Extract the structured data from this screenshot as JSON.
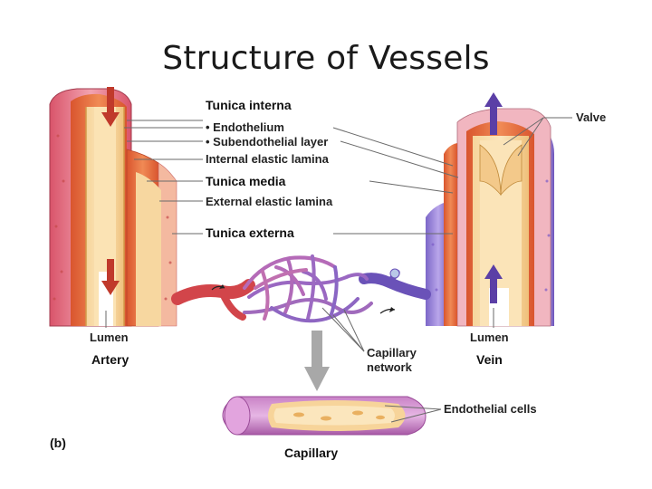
{
  "title": "Structure of Vessels",
  "labels": {
    "tunica_interna": "Tunica interna",
    "endothelium": "• Endothelium",
    "subendothelial": "• Subendothelial layer",
    "internal_elastic": "Internal elastic lamina",
    "tunica_media": "Tunica media",
    "external_elastic": "External elastic lamina",
    "tunica_externa": "Tunica externa",
    "valve": "Valve",
    "lumen_artery": "Lumen",
    "artery": "Artery",
    "lumen_vein": "Lumen",
    "vein": "Vein",
    "capillary_network_1": "Capillary",
    "capillary_network_2": "network",
    "endothelial_cells": "Endothelial cells",
    "capillary": "Capillary",
    "panel": "(b)"
  },
  "colors": {
    "artery_red": "#c0392b",
    "vein_purple": "#5b3fa6",
    "media_orange": "#e06a3a",
    "interna_tan": "#f2c27a",
    "externa_pink": "#e9a0a8"
  }
}
